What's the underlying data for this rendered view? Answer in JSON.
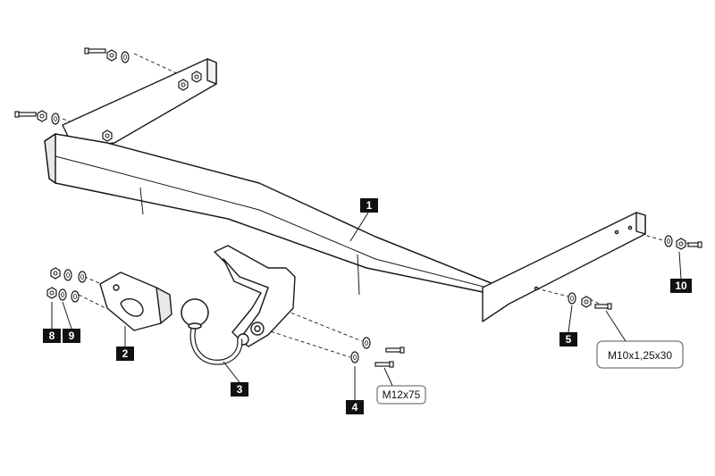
{
  "diagram": {
    "parts": [
      {
        "id": "p1",
        "number": "1"
      },
      {
        "id": "p2",
        "number": "2"
      },
      {
        "id": "p3",
        "number": "3"
      },
      {
        "id": "p4",
        "number": "4"
      },
      {
        "id": "p5",
        "number": "5"
      },
      {
        "id": "p8",
        "number": "8"
      },
      {
        "id": "p9",
        "number": "9"
      },
      {
        "id": "p10",
        "number": "10"
      }
    ],
    "specs": [
      {
        "id": "bolt-m12",
        "text": "M12x75"
      },
      {
        "id": "bolt-m10",
        "text": "M10x1,25x30"
      }
    ],
    "colors": {
      "line": "#1a1a1a",
      "label_fill": "#111111",
      "label_text": "#ffffff",
      "spec_border": "#555555"
    }
  }
}
